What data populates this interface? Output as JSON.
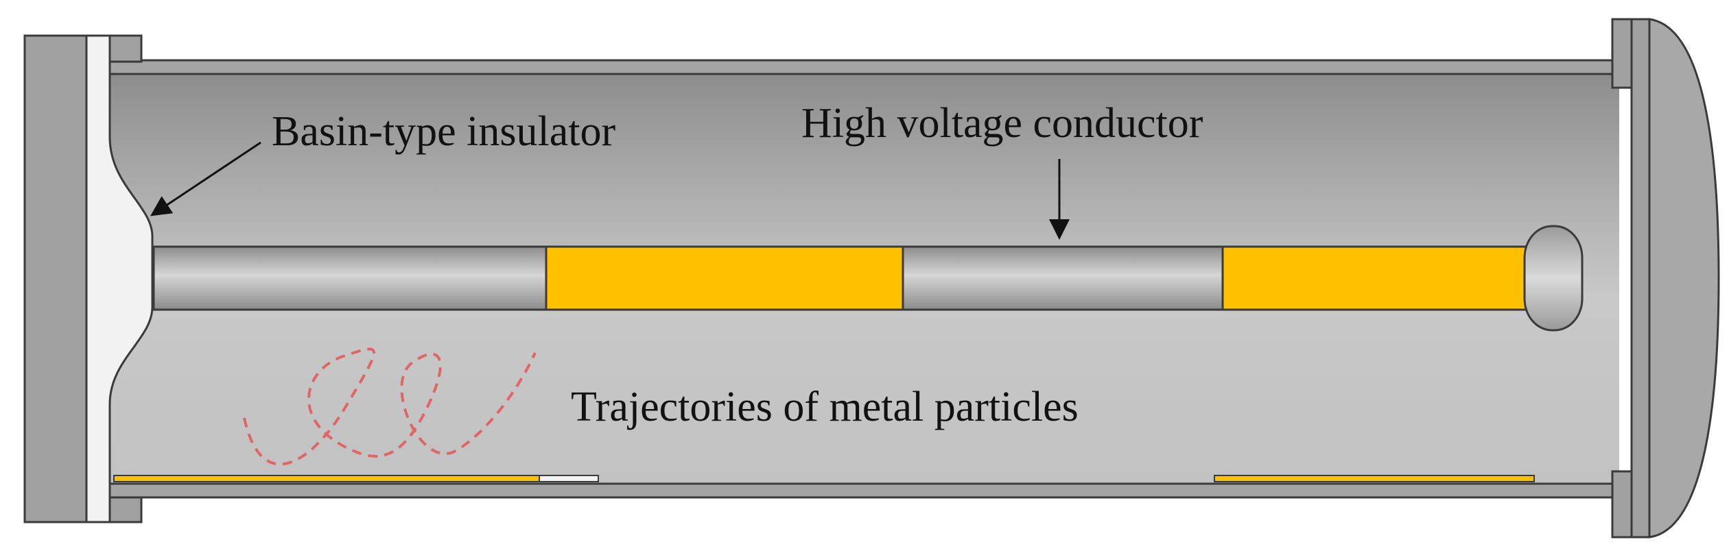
{
  "labels": {
    "insulator": "Basin-type insulator",
    "conductor": "High voltage conductor",
    "particles": "Trajectories of metal particles"
  },
  "colors": {
    "metal_dark": "#7a7a7a",
    "metal_mid": "#a8a8a8",
    "metal_light": "#cfcfcf",
    "insulator": "#f2f2f2",
    "shield_gold": "#ffc000",
    "trajectory": "#e06666",
    "outline": "#3a3a3a"
  }
}
